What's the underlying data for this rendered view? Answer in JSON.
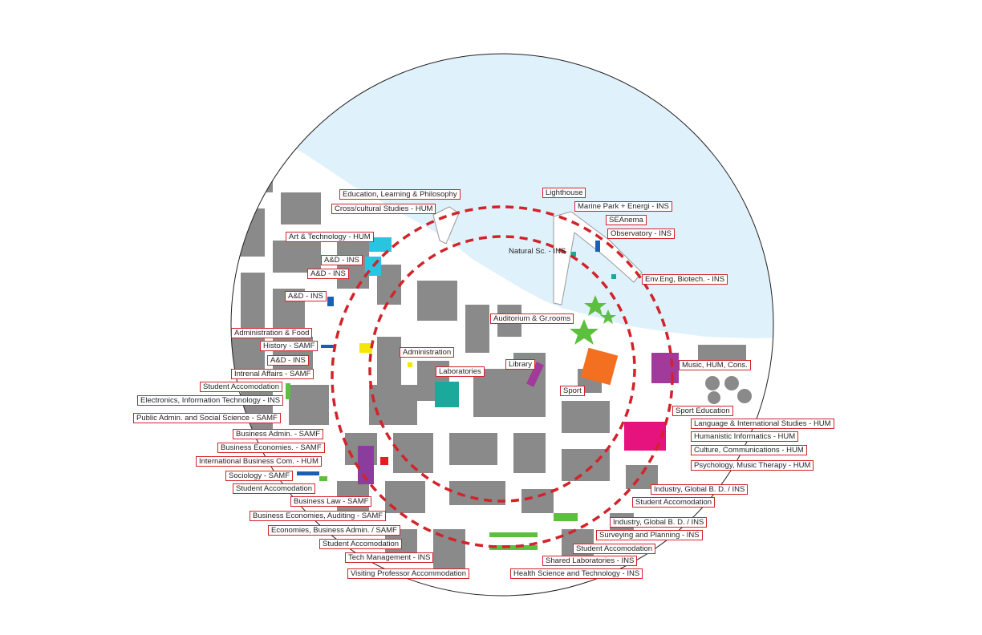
{
  "map": {
    "labels": {
      "education_learning_philosophy": "Education, Learning & Philosophy",
      "cross_cultural_studies": "Cross/cultural Studies - HUM",
      "art_technology": "Art & Technology - HUM",
      "ad_ins_1": "A&D - INS",
      "ad_ins_2": "A&D - INS",
      "ad_ins_3": "A&D - INS",
      "administration_food": "Administration & Food",
      "history_samf": "History - SAMF",
      "ad_ins_4": "A&D - INS",
      "internal_affairs": "Intrenal Affairs - SAMF",
      "student_accomodation_1": "Student Accomodation",
      "electronics_it": "Electronics, Information Technology - INS",
      "public_admin": "Public Admin. and Social Science - SAMF",
      "business_admin": "Business Admin. - SAMF",
      "business_economies": "Business Economies. - SAMF",
      "international_business": "International Business Com. - HUM",
      "sociology": "Sociology - SAMF",
      "student_accomodation_2": "Student Accomodation",
      "business_law": "Business Law - SAMF",
      "business_economies_auditing": "Business Economies, Auditing - SAMF",
      "economies_business_admin": "Economies, Business Admin. / SAMF",
      "student_accomodation_3": "Student Accomodation",
      "tech_management": "Tech Management - INS",
      "visiting_professor": "Visiting Professor Accommodation",
      "lighthouse": "Lighthouse",
      "marine_park": "Marine Park + Energi - INS",
      "seanema": "SEAnema",
      "observatory": "Observatory - INS",
      "natural_sc": "Natural Sc. - INS",
      "env_eng": "Env.Eng, Biotech. - INS",
      "auditorium": "Auditorium & Gr.rooms",
      "administration": "Administration",
      "library": "Library",
      "laboratories": "Laboratories",
      "sport": "Sport",
      "music_hum": "Music, HUM, Cons.",
      "sport_education": "Sport Education",
      "language_international": "Language & International Studies - HUM",
      "humanistic_informatics": "Humanistic Informatics - HUM",
      "culture_communications": "Culture, Communications - HUM",
      "psychology_music": "Psychology, Music Therapy  - HUM",
      "industry_global_1": "Industry, Global B. D. / INS",
      "student_accomodation_4": "Student Accomodation",
      "industry_global_2": "Industry, Global B. D. / INS",
      "surveying_planning": "Surveying and Planning - INS",
      "student_accomodation_5": "Student Accomodation",
      "shared_laboratories": "Shared Laboratories - INS",
      "health_science": "Health Science and Technology - INS"
    },
    "colors": {
      "water": "#dff1fb",
      "building": "#8a8a8a",
      "label_border": "#d2232a",
      "ring": "#d2232a",
      "cyan": "#29c4e0",
      "blue": "#1b5fb5",
      "magenta": "#a13a9a",
      "purple": "#8a3d9c",
      "teal": "#1aa99a",
      "green": "#5cbf3e",
      "orange": "#f37021",
      "pink": "#e6127e",
      "yellow": "#f5e60a",
      "red": "#e02020"
    }
  }
}
